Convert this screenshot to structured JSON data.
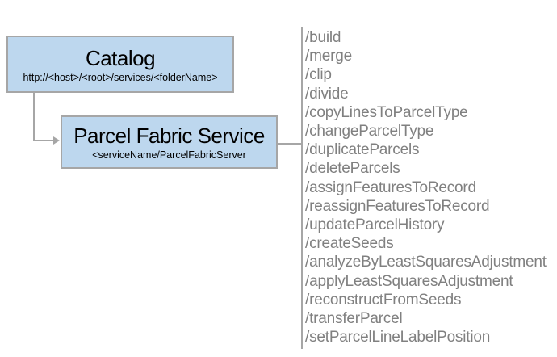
{
  "catalog_box": {
    "title": "Catalog",
    "subtitle": "http://<host>/<root>/services/<folderName>"
  },
  "service_box": {
    "title": "Parcel Fabric Service",
    "subtitle": "<serviceName/ParcelFabricServer"
  },
  "endpoints": {
    "items": [
      "/build",
      "/merge",
      "/clip",
      "/divide",
      "/copyLinesToParcelType",
      "/changeParcelType",
      "/duplicateParcels",
      "/deleteParcels",
      "/assignFeaturesToRecord",
      "/reassignFeaturesToRecord",
      "/updateParcelHistory",
      "/createSeeds",
      "/analyzeByLeastSquaresAdjustment",
      "/applyLeastSquaresAdjustment",
      "/reconstructFromSeeds",
      "/transferParcel",
      "/setParcelLineLabelPosition"
    ]
  },
  "colors": {
    "box_fill": "#bdd7ee",
    "box_border": "#a6a6a6",
    "connector": "#a6a6a6",
    "endpoint_text": "#808080",
    "title_text": "#000000",
    "background": "#ffffff"
  }
}
